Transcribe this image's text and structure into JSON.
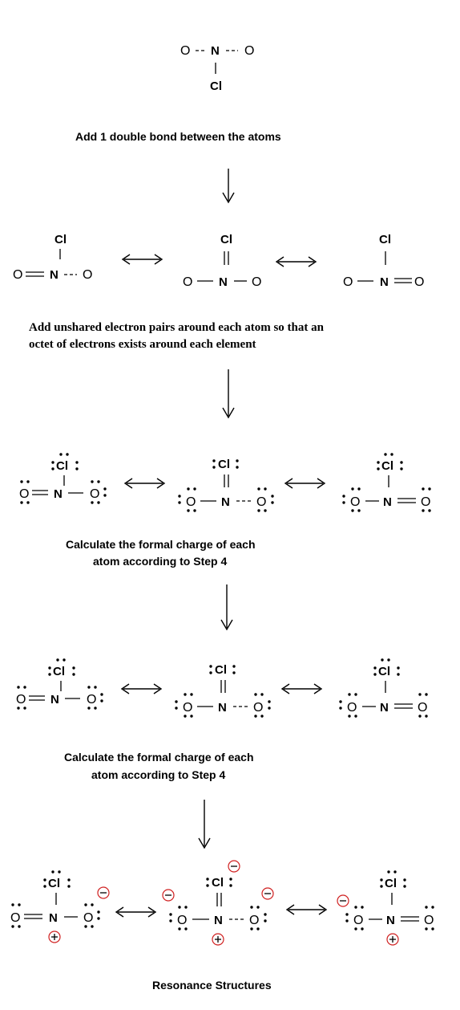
{
  "atoms": {
    "O": "O",
    "N": "N",
    "Cl": "Cl"
  },
  "captions": {
    "step1": "Add 1 double  bond  between the atoms",
    "step2_line1": "Add unshared electron pairs around each atom so that an",
    "step2_line2": "octet of electrons exists around each element",
    "step3_line1": "Calculate the formal charge of each",
    "step3_line2": "atom according to Step 4",
    "step4_line1": "Calculate the formal charge of each",
    "step4_line2": "atom according to Step 4",
    "final": "Resonance Structures"
  },
  "colors": {
    "ink": "#000000",
    "charge_circle": "#d02020"
  }
}
